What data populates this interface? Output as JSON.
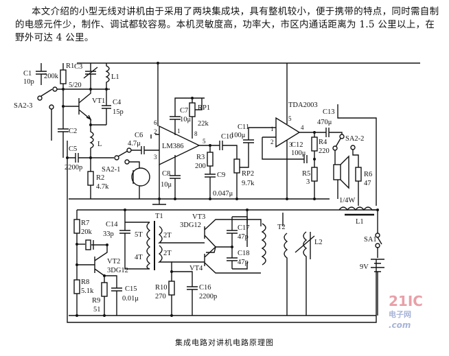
{
  "intro": {
    "text": "本文介绍的小型无线对讲机由于采用了两块集成块，具有整机较小，便于携带的特点，同时需自制的电感元件少，制作、调试都较容易。本机灵敏度高，功率大，市区内通话距离为 1.5 公里以上，在野外可达 4 公里。"
  },
  "caption": "集成电路对讲机电路原理图",
  "watermark": {
    "main": "21IC",
    "sub1": "电子网",
    "sub2": ".com"
  },
  "colors": {
    "line": "#111111",
    "watermark_red": "#e8a0a8",
    "watermark_blue": "#a8b4d8"
  },
  "components": {
    "C1": {
      "ref": "C1",
      "value": "10p"
    },
    "R1": {
      "ref": "R1",
      "value": "200k"
    },
    "C3": {
      "ref": "C3",
      "value": "5/20"
    },
    "L1top": {
      "ref": "L1"
    },
    "C4": {
      "ref": "C4",
      "value": "15p"
    },
    "VT1": {
      "ref": "VT1"
    },
    "C2": {
      "ref": "C2"
    },
    "L": {
      "ref": "L"
    },
    "C5": {
      "ref": "C5",
      "value": "2200p"
    },
    "R2": {
      "ref": "R2",
      "value": "4.7k"
    },
    "SA23": {
      "ref": "SA2-3"
    },
    "SA21": {
      "ref": "SA2-1"
    },
    "SA22": {
      "ref": "SA2-2"
    },
    "SA1": {
      "ref": "SA1"
    },
    "C6": {
      "ref": "C6",
      "value": "4.7μ"
    },
    "C7": {
      "ref": "C7",
      "value": "10μ"
    },
    "RP1": {
      "ref": "RP1",
      "value": "22k"
    },
    "C8": {
      "ref": "C8",
      "value": "10μ"
    },
    "LM386": {
      "ref": "LM386",
      "pins": [
        "6",
        "2",
        "3",
        "1",
        "8",
        "5"
      ]
    },
    "R3": {
      "ref": "R3",
      "value": "200"
    },
    "C9": {
      "ref": "C9",
      "value": "0.047μ"
    },
    "C10": {
      "ref": "C10"
    },
    "C11": {
      "ref": "C11",
      "value": "100μ"
    },
    "RP2": {
      "ref": "RP2",
      "value": "9.7k"
    },
    "TDA2003": {
      "ref": "TDA2003",
      "pins": [
        "5",
        "1",
        "2",
        "3",
        "4"
      ]
    },
    "C13": {
      "ref": "C13",
      "value": "470μ"
    },
    "C12": {
      "ref": "C12",
      "value": "100μ"
    },
    "R4": {
      "ref": "R4",
      "value": "220"
    },
    "R5": {
      "ref": "R5",
      "value": "3"
    },
    "R6": {
      "ref": "R6",
      "value": "47"
    },
    "spk": {
      "value": "1/4W"
    },
    "L1": {
      "ref": "L1"
    },
    "bat": {
      "value": "9V"
    },
    "R7": {
      "ref": "R7",
      "value": "20k"
    },
    "C14": {
      "ref": "C14",
      "value": "33p"
    },
    "T1": {
      "ref": "T1",
      "w1": "5T",
      "w2": "4T",
      "w3": "2T",
      "w4": "2T"
    },
    "VT2": {
      "ref": "VT2",
      "value": "3DG12"
    },
    "R8": {
      "ref": "R8",
      "value": "5.1k"
    },
    "R9": {
      "ref": "R9",
      "value": "51"
    },
    "C15": {
      "ref": "C15",
      "value": "0.01μ"
    },
    "R10": {
      "ref": "R10",
      "value": "270"
    },
    "C16": {
      "ref": "C16",
      "value": "2200p"
    },
    "VT3": {
      "ref": "VT3",
      "value": "3DG12"
    },
    "VT4": {
      "ref": "VT4"
    },
    "C17": {
      "ref": "C17",
      "value": "47p"
    },
    "C18": {
      "ref": "C18",
      "value": "47p"
    },
    "T2": {
      "ref": "T2"
    },
    "L2": {
      "ref": "L2"
    }
  }
}
